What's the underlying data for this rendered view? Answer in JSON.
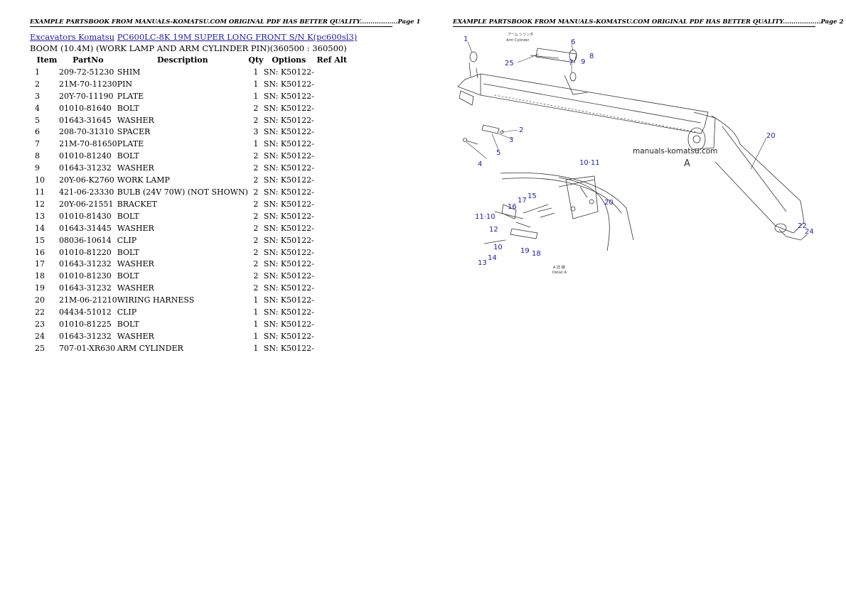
{
  "headers": {
    "page1": "EXAMPLE PARTSBOOK FROM MANUALS-KOMATSU.COM ORIGINAL PDF HAS BETTER QUALITY..................Page 1",
    "page2": "EXAMPLE PARTSBOOK FROM MANUALS-KOMATSU.COM ORIGINAL PDF HAS BETTER QUALITY..................Page 2"
  },
  "breadcrumb": {
    "link1": "Excavators Komatsu",
    "link2": "PC600LC-8K 19M SUPER LONG FRONT S/N K(pc600sl3)"
  },
  "subtitle": "BOOM (10.4M) (WORK LAMP AND ARM CYLINDER PIN)(360500 : 360500)",
  "table": {
    "columns": [
      "Item",
      "PartNo",
      "Description",
      "Qty",
      "Options",
      "Ref Alt"
    ],
    "rows": [
      [
        "1",
        "209-72-51230",
        "SHIM",
        "1",
        "SN: K50122-",
        ""
      ],
      [
        "2",
        "21M-70-11230",
        "PIN",
        "1",
        "SN: K50122-",
        ""
      ],
      [
        "3",
        "20Y-70-11190",
        "PLATE",
        "1",
        "SN: K50122-",
        ""
      ],
      [
        "4",
        "01010-81640",
        "BOLT",
        "2",
        "SN: K50122-",
        ""
      ],
      [
        "5",
        "01643-31645",
        "WASHER",
        "2",
        "SN: K50122-",
        ""
      ],
      [
        "6",
        "208-70-31310",
        "SPACER",
        "3",
        "SN: K50122-",
        ""
      ],
      [
        "7",
        "21M-70-81650",
        "PLATE",
        "1",
        "SN: K50122-",
        ""
      ],
      [
        "8",
        "01010-81240",
        "BOLT",
        "2",
        "SN: K50122-",
        ""
      ],
      [
        "9",
        "01643-31232",
        "WASHER",
        "2",
        "SN: K50122-",
        ""
      ],
      [
        "10",
        "20Y-06-K2760",
        "WORK LAMP",
        "2",
        "SN: K50122-",
        ""
      ],
      [
        "11",
        "421-06-23330",
        "BULB (24V 70W) (NOT SHOWN)",
        "2",
        "SN: K50122-",
        ""
      ],
      [
        "12",
        "20Y-06-21551",
        "BRACKET",
        "2",
        "SN: K50122-",
        ""
      ],
      [
        "13",
        "01010-81430",
        "BOLT",
        "2",
        "SN: K50122-",
        ""
      ],
      [
        "14",
        "01643-31445",
        "WASHER",
        "2",
        "SN: K50122-",
        ""
      ],
      [
        "15",
        "08036-10614",
        "CLIP",
        "2",
        "SN: K50122-",
        ""
      ],
      [
        "16",
        "01010-81220",
        "BOLT",
        "2",
        "SN: K50122-",
        ""
      ],
      [
        "17",
        "01643-31232",
        "WASHER",
        "2",
        "SN: K50122-",
        ""
      ],
      [
        "18",
        "01010-81230",
        "BOLT",
        "2",
        "SN: K50122-",
        ""
      ],
      [
        "19",
        "01643-31232",
        "WASHER",
        "2",
        "SN: K50122-",
        ""
      ],
      [
        "20",
        "21M-06-21210",
        "WIRING HARNESS",
        "1",
        "SN: K50122-",
        ""
      ],
      [
        "22",
        "04434-51012",
        "CLIP",
        "1",
        "SN: K50122-",
        ""
      ],
      [
        "23",
        "01010-81225",
        "BOLT",
        "1",
        "SN: K50122-",
        ""
      ],
      [
        "24",
        "01643-31232",
        "WASHER",
        "1",
        "SN: K50122-",
        ""
      ],
      [
        "25",
        "707-01-XR630",
        "ARM CYLINDER",
        "1",
        "SN: K50122-",
        ""
      ]
    ]
  },
  "diagram": {
    "watermark": "manuals-komatsu.com",
    "view_letter": "A",
    "callouts": [
      "1",
      "2",
      "3",
      "4",
      "5",
      "6",
      "7",
      "8",
      "9",
      "10·11",
      "11·10",
      "12",
      "13",
      "14",
      "15",
      "16",
      "17",
      "18",
      "19",
      "20",
      "20",
      "22",
      "24",
      "25",
      "10"
    ],
    "fine_print": [
      "アーム シリンダ",
      "Arm Cylinder",
      "A 詳 細",
      "Detail A"
    ],
    "colors": {
      "callout": "#1a1ab8",
      "link": "#1a1aa6"
    }
  }
}
